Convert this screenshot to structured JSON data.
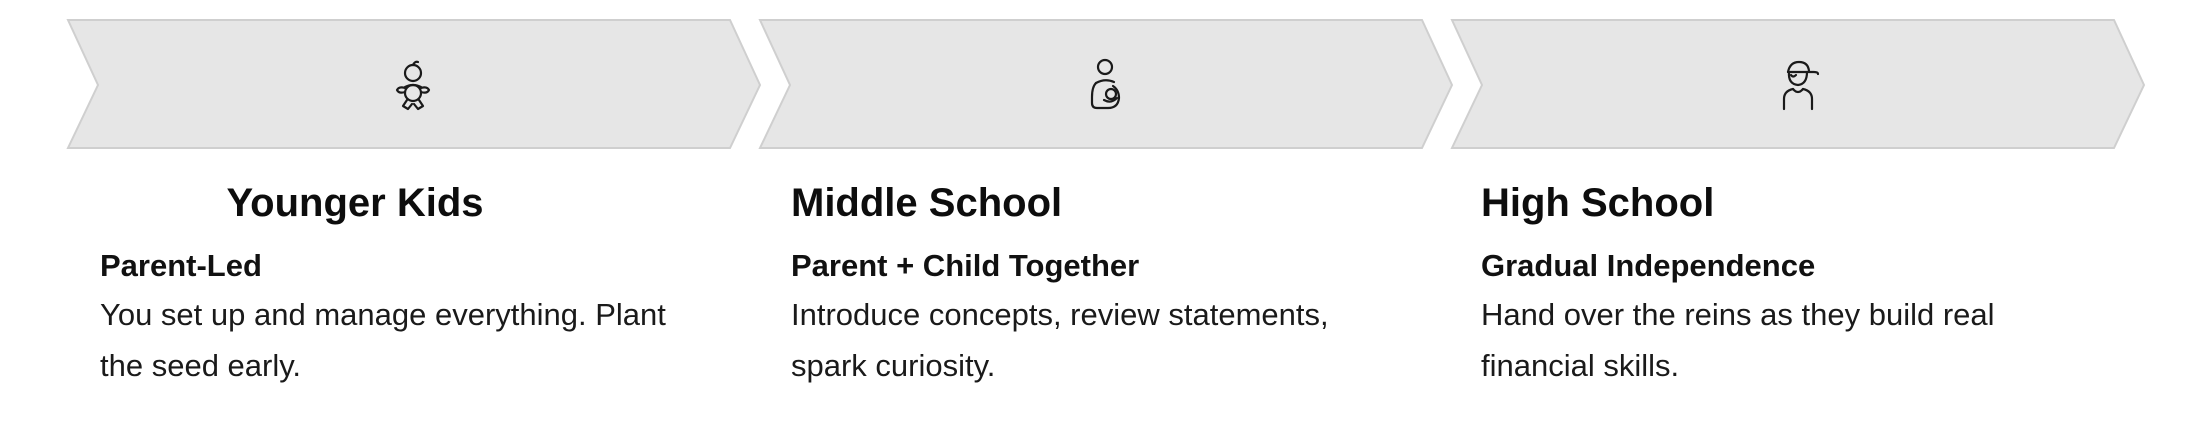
{
  "stages": [
    {
      "icon": "baby-icon",
      "title": "Younger Kids",
      "subtitle": "Parent-Led",
      "description": "You set up and manage everything. Plant the seed early."
    },
    {
      "icon": "parent-with-child-icon",
      "title": "Middle School",
      "subtitle": "Parent + Child Together",
      "description": "Introduce concepts, review statements, spark curiosity."
    },
    {
      "icon": "teen-with-cap-icon",
      "title": "High School",
      "subtitle": "Gradual Independence",
      "description": "Hand over the reins as they build real financial skills."
    }
  ],
  "colors": {
    "band_fill": "#e6e6e6",
    "band_stroke": "#cfcfcf",
    "text": "#111111",
    "icon_stroke": "#1a1a1a"
  }
}
